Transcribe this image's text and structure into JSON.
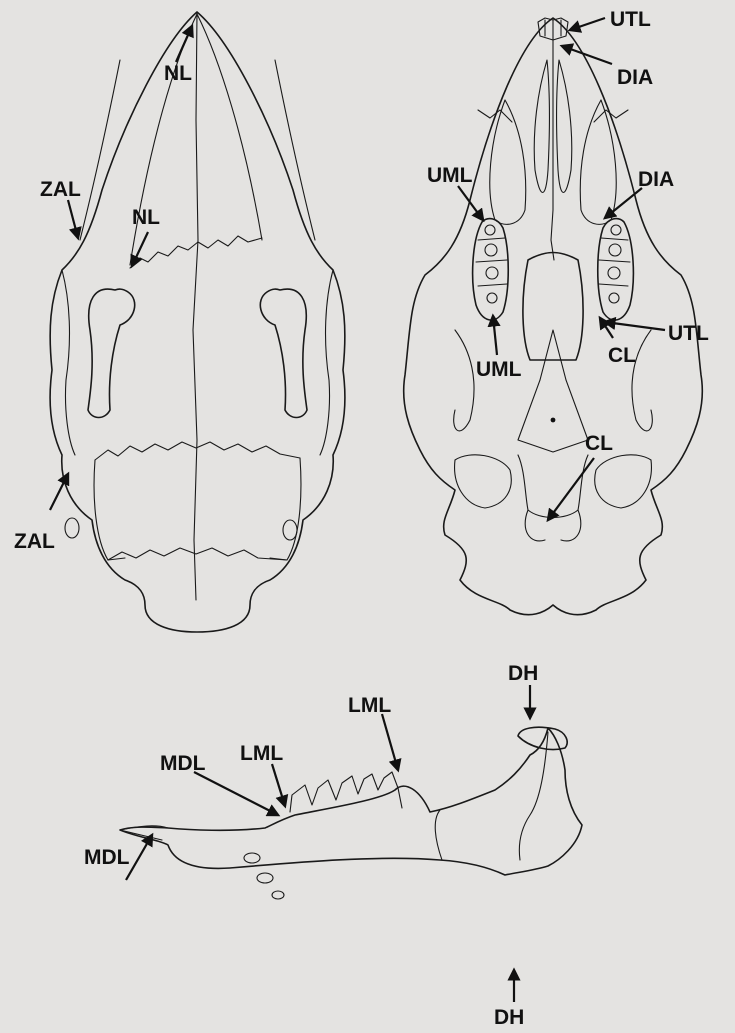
{
  "labels": {
    "nl_top": "NL",
    "nl_mid": "NL",
    "zal_upper": "ZAL",
    "zal_lower": "ZAL",
    "utl_top": "UTL",
    "dia_top": "DIA",
    "uml_upper": "UML",
    "dia_right": "DIA",
    "uml_lower": "UML",
    "cl_upper": "CL",
    "utl_right": "UTL",
    "cl_lower": "CL",
    "dh_top": "DH",
    "lml_upper": "LML",
    "lml_mid": "LML",
    "mdl_mid": "MDL",
    "mdl_left": "MDL",
    "dh_bottom": "DH"
  }
}
